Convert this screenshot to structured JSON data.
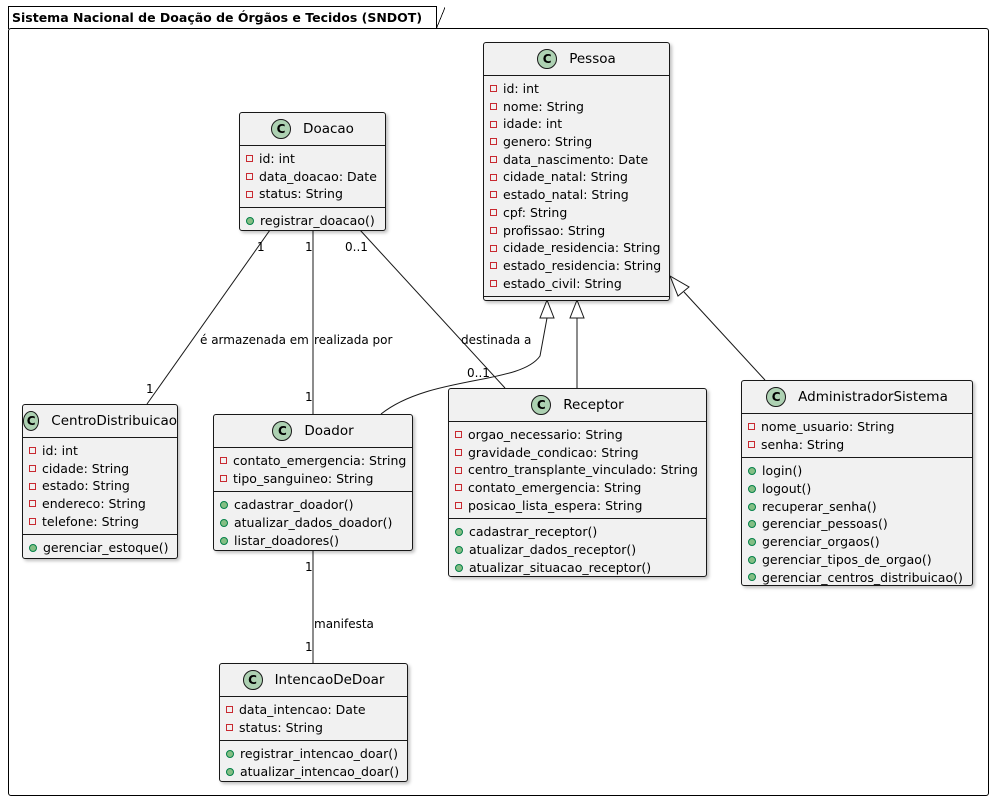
{
  "package": {
    "title": "Sistema Nacional de Doação de Órgãos e Tecidos (SNDOT)"
  },
  "class_badge": "C",
  "classes": {
    "pessoa": {
      "name": "Pessoa",
      "attributes": [
        "id: int",
        "nome: String",
        "idade: int",
        "genero: String",
        "data_nascimento: Date",
        "cidade_natal: String",
        "estado_natal: String",
        "cpf: String",
        "profissao: String",
        "cidade_residencia: String",
        "estado_residencia: String",
        "estado_civil: String"
      ],
      "methods": []
    },
    "doacao": {
      "name": "Doacao",
      "attributes": [
        "id: int",
        "data_doacao: Date",
        "status: String"
      ],
      "methods": [
        "registrar_doacao()"
      ]
    },
    "centro": {
      "name": "CentroDistribuicao",
      "attributes": [
        "id: int",
        "cidade: String",
        "estado: String",
        "endereco: String",
        "telefone: String"
      ],
      "methods": [
        "gerenciar_estoque()"
      ]
    },
    "doador": {
      "name": "Doador",
      "attributes": [
        "contato_emergencia: String",
        "tipo_sanguineo: String"
      ],
      "methods": [
        "cadastrar_doador()",
        "atualizar_dados_doador()",
        "listar_doadores()"
      ]
    },
    "receptor": {
      "name": "Receptor",
      "attributes": [
        "orgao_necessario: String",
        "gravidade_condicao: String",
        "centro_transplante_vinculado: String",
        "contato_emergencia: String",
        "posicao_lista_espera: String"
      ],
      "methods": [
        "cadastrar_receptor()",
        "atualizar_dados_receptor()",
        "atualizar_situacao_receptor()"
      ]
    },
    "admin": {
      "name": "AdministradorSistema",
      "attributes": [
        "nome_usuario: String",
        "senha: String"
      ],
      "methods": [
        "login()",
        "logout()",
        "recuperar_senha()",
        "gerenciar_pessoas()",
        "gerenciar_orgaos()",
        "gerenciar_tipos_de_orgao()",
        "gerenciar_centros_distribuicao()"
      ]
    },
    "intencao": {
      "name": "IntencaoDeDoar",
      "attributes": [
        "data_intencao: Date",
        "status: String"
      ],
      "methods": [
        "registrar_intencao_doar()",
        "atualizar_intencao_doar()"
      ]
    }
  },
  "associations": {
    "armazenada": {
      "label": "é armazenada em",
      "from_mult": "1",
      "to_mult": "1"
    },
    "realizada": {
      "label": "realizada por",
      "from_mult": "1",
      "to_mult": "1"
    },
    "destinada": {
      "label": "destinada a",
      "from_mult": "0..1",
      "to_mult": "0..1"
    },
    "manifesta": {
      "label": "manifesta",
      "from_mult": "1",
      "to_mult": "1"
    }
  },
  "colors": {
    "class_fill": "#F1F1F1",
    "badge_fill": "#ADD1B2",
    "line": "#181818",
    "private_marker": "#C82930",
    "public_marker": "#84BE84"
  }
}
